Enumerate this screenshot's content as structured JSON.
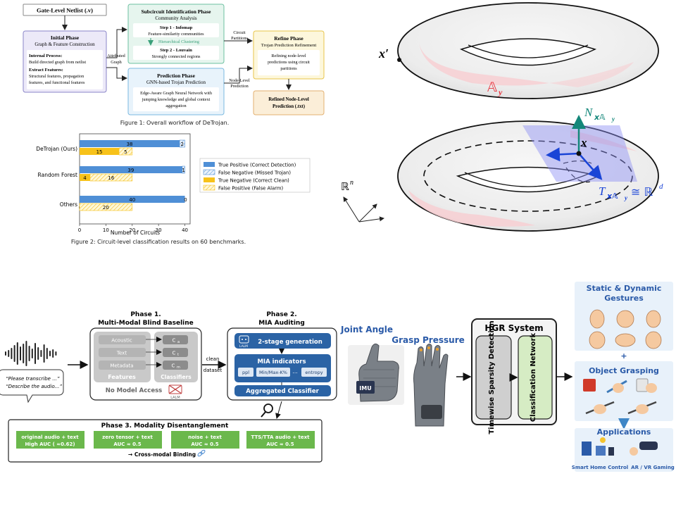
{
  "wf": {
    "netlist": "Gate-Level Netlist (.v)",
    "init_title": "Initial Phase",
    "init_sub": "Graph & Feature Construction",
    "internal_h": "Internal Process:",
    "internal_t": "Build directed graph from netlist",
    "extract_h": "Extract Features:",
    "extract_t1": "Structural features, propagation",
    "extract_t2": "features, and functional features",
    "attr1": "Attributed",
    "attr2": "Graph",
    "sub_title": "Subcircuit Identification Phase",
    "sub_sub": "Community Analysis",
    "step1_h": "Step 1 - Infomap",
    "step1_t": "Feature-similarity communities",
    "hier": "Hierarchical Clustering",
    "step2_h": "Step 2 - Louvain",
    "step2_t": "Strongly connected regions",
    "part1": "Circuit",
    "part2": "Partitions",
    "pred_title": "Prediction Phase",
    "pred_sub": "GNN-based Trojan Prediction",
    "pred_t1": "Edge-Aware Graph Neural Network with",
    "pred_t2": "jumping knowledge and global context",
    "pred_t3": "aggregation",
    "node1": "Node-Level",
    "node2": "Prediction",
    "refine_title": "Refine Phase",
    "refine_sub": "Trojan Prediction Refinement",
    "refine_t1": "Refining node-level",
    "refine_t2": "predictions using circuit",
    "refine_t3": "partitions",
    "out1": "Refined Node-Level",
    "out2": "Prediction (.txt)",
    "caption1": "Figure 1: Overall workflow of DeTrojan.",
    "caption2": "Figure 2: Circuit-level classification results on 60 benchmarks."
  },
  "chart_data": {
    "type": "bar",
    "categories": [
      "DeTrojan (Ours)",
      "Random Forest",
      "Others"
    ],
    "series": [
      {
        "name": "True Positive (Correct Detection)",
        "values": [
          38,
          39,
          40
        ],
        "color": "#4f8fd6"
      },
      {
        "name": "False Negative (Missed Trojan)",
        "values": [
          2,
          1,
          0
        ],
        "color": "#4f8fd6",
        "hatch": true
      },
      {
        "name": "True Negative (Correct Clean)",
        "values": [
          15,
          4,
          0
        ],
        "color": "#f7c21a"
      },
      {
        "name": "False Positive (False Alarm)",
        "values": [
          5,
          16,
          20
        ],
        "color": "#f7c21a",
        "hatch": true
      }
    ],
    "xlabel": "Number of Circuits",
    "xticks": [
      0,
      10,
      20,
      30,
      40
    ],
    "xlim": [
      0,
      42
    ],
    "legend": "right"
  },
  "manifold": {
    "xprime": "x′",
    "ay": "𝔸",
    "ay_sub": "y",
    "normal": "N",
    "normal_sub": "x𝔸",
    "normal_sub2": "y",
    "x": "x",
    "tangent": "T",
    "tangent_sub": "x𝔸",
    "tangent_sub2": "y",
    "tangent_eq": "≅ ℝ",
    "tangent_sup": "d",
    "rn": "ℝ",
    "rn_sup": "n"
  },
  "mia": {
    "phase1_title": "Phase 1.",
    "phase1_sub": "Multi-Modal Blind Baseline",
    "acoustic": "Acoustic",
    "text": "Text",
    "metadata": "Metadata",
    "ca": "C",
    "ca_sub": "a",
    "ct": "C",
    "ct_sub": "t",
    "cm": "C",
    "cm_sub": "m",
    "features": "Features",
    "classifiers": "Classifiers",
    "no_model": "No Model Access",
    "lalm": "LALM",
    "quote1": "“Please transcribe ...”",
    "quote2": "“Describe the audio...”",
    "clean1": "clean",
    "clean2": "dataset",
    "phase2_title": "Phase 2.",
    "phase2_sub": "MIA Auditing",
    "stage": "2-stage generation",
    "indicators": "MIA indicators",
    "ppl": "ppl",
    "minmax": "Min/Max-K%",
    "dots": "...",
    "entropy": "entropy",
    "aggregated": "Aggregated Classifier",
    "phase3_title": "Phase 3. Modality Disentanglement",
    "c1a": "original audio + text",
    "c1b": "High AUC ( ≈0.62)",
    "c2a": "zero tensor + text",
    "c2b": "AUC ≈ 0.5",
    "c3a": "noise + text",
    "c3b": "AUC ≈ 0.5",
    "c4a": "TTS/TTA audio + text",
    "c4b": "AUC ≈ 0.5",
    "binding": "→ Cross-modal Binding"
  },
  "hgr": {
    "joint": "Joint Angle",
    "grasp": "Grasp Pressure",
    "imu": "IMU",
    "system": "HGR System",
    "sparsity": "Timewise Sparsity Detection",
    "classif": "Classification Network",
    "gestures1": "Static & Dynamic",
    "gestures2": "Gestures",
    "plus": "+",
    "grasping": "Object Grasping",
    "applications": "Applications",
    "smart": "Smart Home Control",
    "arvr": "AR / VR Gaming"
  }
}
